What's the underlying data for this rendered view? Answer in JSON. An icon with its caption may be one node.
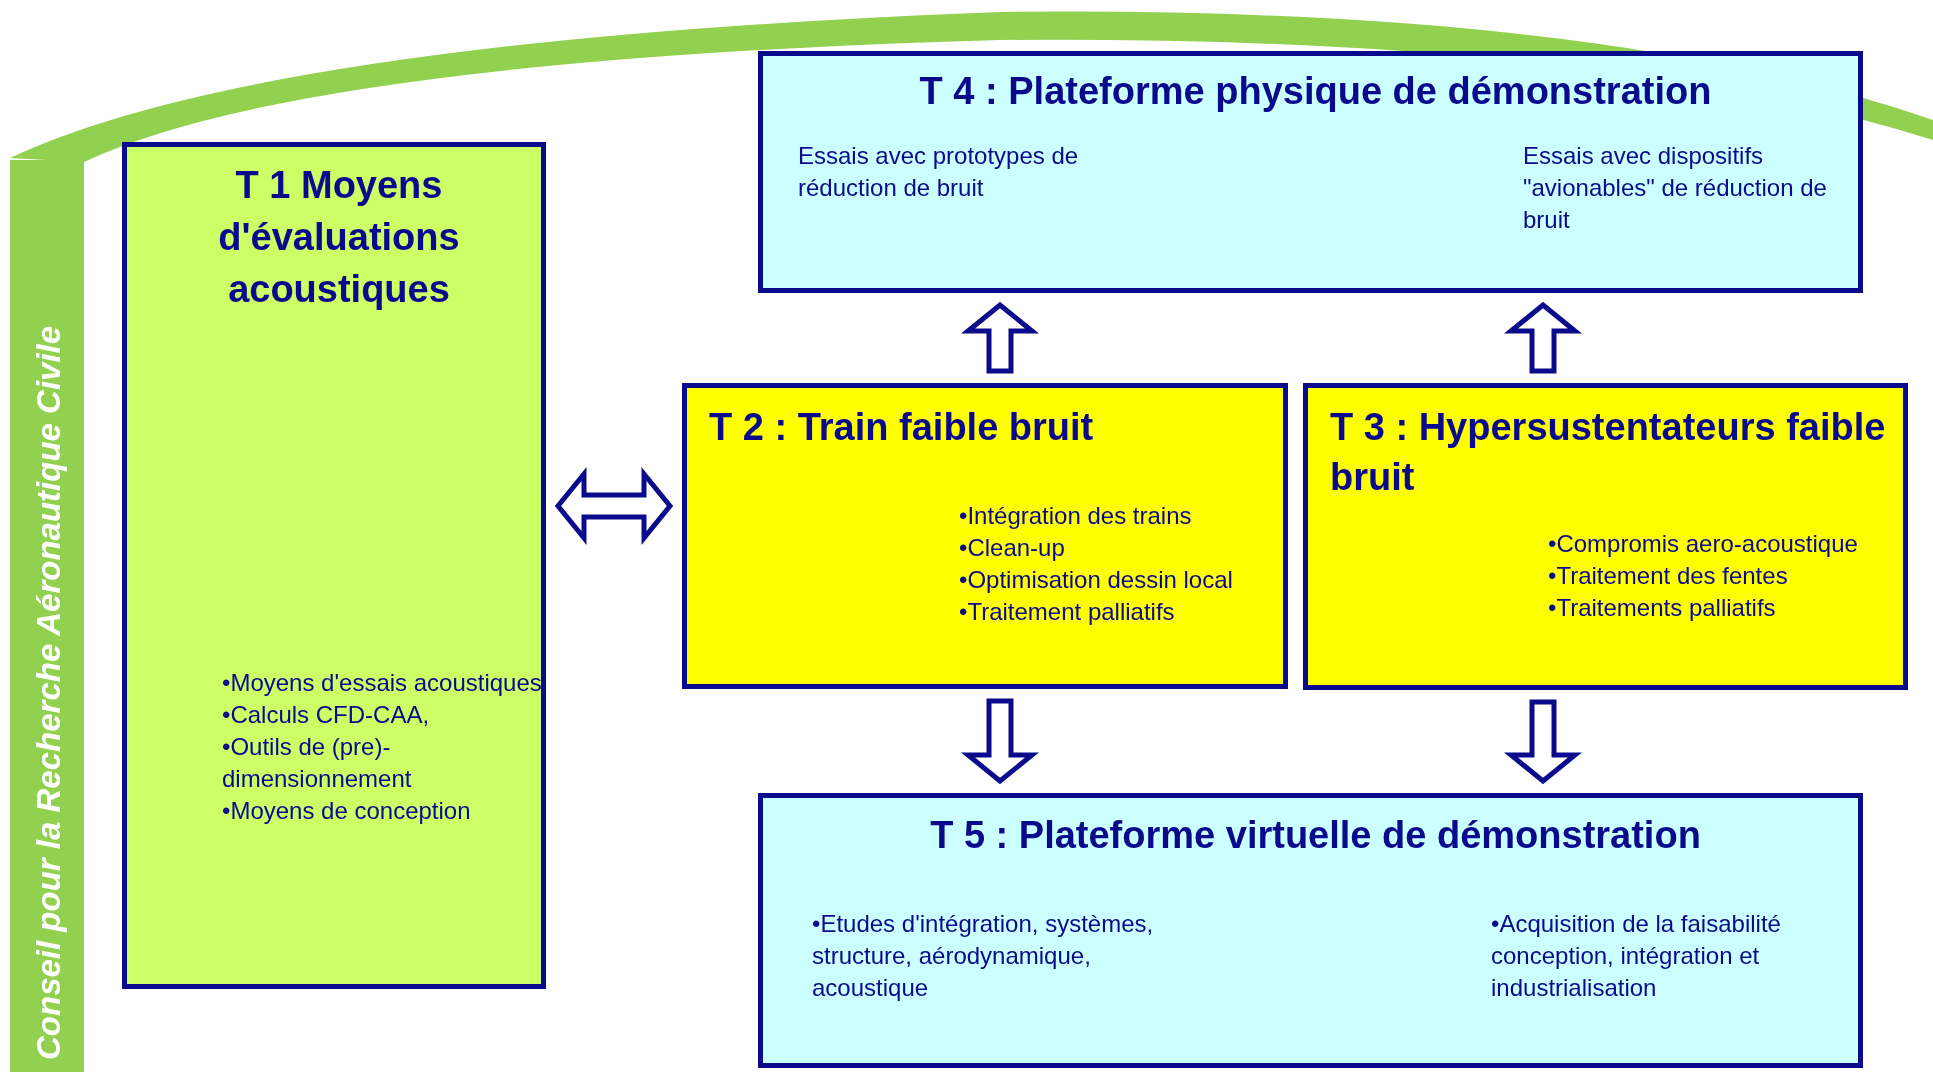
{
  "diagram": {
    "nodes": [
      {
        "text": [
          "Conseil pour la Recherche Aéronautique Civile"
        ]
      },
      {
        "text": [
          "T 1 Moyens d'évaluations acoustiques",
          "•Moyens d'essais acoustiques",
          "•Calculs CFD-CAA,",
          "•Outils de (pre)-dimensionnement",
          "•Moyens de conception"
        ]
      },
      {
        "text": [
          "T 4 : Plateforme physique de démonstration",
          "Essais avec prototypes de réduction de bruit",
          "Essais avec dispositifs \"avionables\" de réduction de bruit"
        ]
      },
      {
        "text": [
          "T 2 : Train faible bruit",
          "•Intégration des trains",
          "•Clean-up",
          "•Optimisation dessin local",
          "•Traitement palliatifs"
        ]
      },
      {
        "text": [
          "T 3 : Hypersustentateurs faible bruit",
          "•Compromis aero-acoustique",
          "•Traitement des fentes",
          "•Traitements palliatifs"
        ]
      },
      {
        "text": [
          "T 5 : Plateforme virtuelle de démonstration",
          "•Etudes d'intégration, systèmes, structure, aérodynamique, acoustique",
          "•Acquisition de la faisabilité conception, intégration et industrialisation"
        ]
      }
    ],
    "edges": [
      {
        "from": 1,
        "to": 3,
        "arrow": "both"
      },
      {
        "from": 3,
        "to": 2,
        "arrow": "to"
      },
      {
        "from": 4,
        "to": 2,
        "arrow": "to"
      },
      {
        "from": 3,
        "to": 5,
        "arrow": "to"
      },
      {
        "from": 4,
        "to": 5,
        "arrow": "to"
      }
    ]
  }
}
